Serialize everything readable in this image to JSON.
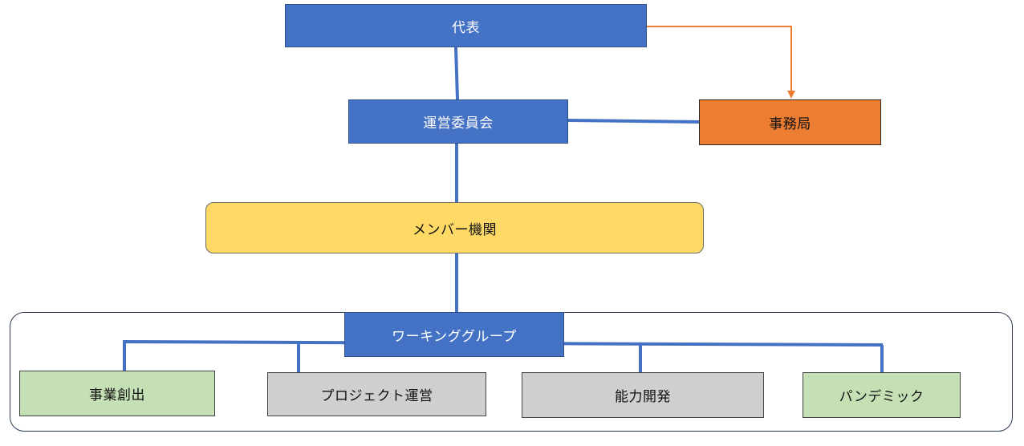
{
  "nodes": {
    "representative": "代表",
    "steering_committee": "運営委員会",
    "secretariat": "事務局",
    "member_organizations": "メンバー機関",
    "working_group": "ワーキンググループ",
    "business_creation": "事業創出",
    "project_management": "プロジェクト運営",
    "capacity_development": "能力開発",
    "pandemic": "パンデミック"
  },
  "colors": {
    "blue_box": "#4472c4",
    "orange_box": "#ed7d31",
    "yellow_box": "#ffd966",
    "green_box": "#c5e0b4",
    "gray_box": "#d0cece",
    "connector_blue": "#4472c4",
    "connector_orange": "#ed7d31"
  }
}
